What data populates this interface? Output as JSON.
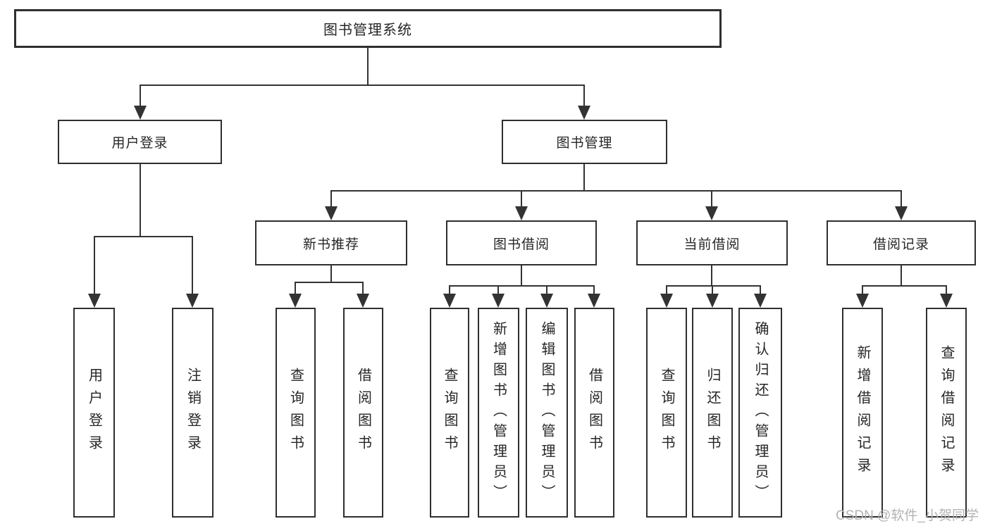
{
  "diagram": {
    "title": "图书管理系统",
    "level2": [
      {
        "label": "用户登录",
        "leaves": [
          "用户登录",
          "注销登录"
        ]
      },
      {
        "label": "图书管理",
        "children": [
          {
            "label": "新书推荐",
            "leaves": [
              "查询图书",
              "借阅图书"
            ]
          },
          {
            "label": "图书借阅",
            "leaves": [
              "查询图书",
              "新增图书（管理员）",
              "编辑图书（管理员）",
              "借阅图书"
            ]
          },
          {
            "label": "当前借阅",
            "leaves": [
              "查询图书",
              "归还图书",
              "确认归还（管理员）"
            ]
          },
          {
            "label": "借阅记录",
            "leaves": [
              "新增借阅记录",
              "查询借阅记录"
            ]
          }
        ]
      }
    ]
  },
  "watermark": {
    "text": "CSDN @软件_小贺同学"
  },
  "colors": {
    "line": "#333333",
    "box_border": "#2f2f2f",
    "background": "#ffffff",
    "text": "#262626",
    "watermark": "#b3b3b3"
  }
}
